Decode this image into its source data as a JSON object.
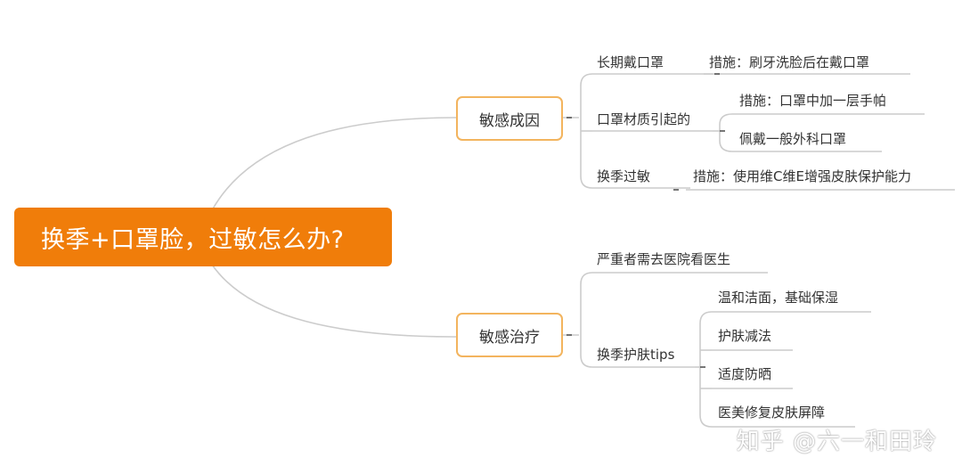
{
  "root": {
    "label": "换季+口罩脸，过敏怎么办?"
  },
  "branches": {
    "causes": {
      "label": "敏感成因",
      "items": [
        {
          "label": "长期戴口罩",
          "children": [
            "措施：刷牙洗脸后在戴口罩"
          ]
        },
        {
          "label": "口罩材质引起的",
          "children": [
            "措施：口罩中加一层手帕",
            "佩戴一般外科口罩"
          ]
        },
        {
          "label": "换季过敏",
          "children": [
            "措施：使用维C维E增强皮肤保护能力"
          ]
        }
      ]
    },
    "treatment": {
      "label": "敏感治疗",
      "items": [
        {
          "label": "严重者需去医院看医生",
          "children": []
        },
        {
          "label": "换季护肤tips",
          "children": [
            "温和洁面，基础保湿",
            "护肤减法",
            "适度防晒",
            "医美修复皮肤屏障"
          ]
        }
      ]
    }
  },
  "watermark": "知乎 @六一和田玲",
  "colors": {
    "root_fill": "#f07d0a",
    "branch_border": "#f3b45e",
    "connector": "#cccccc",
    "text": "#333333"
  }
}
